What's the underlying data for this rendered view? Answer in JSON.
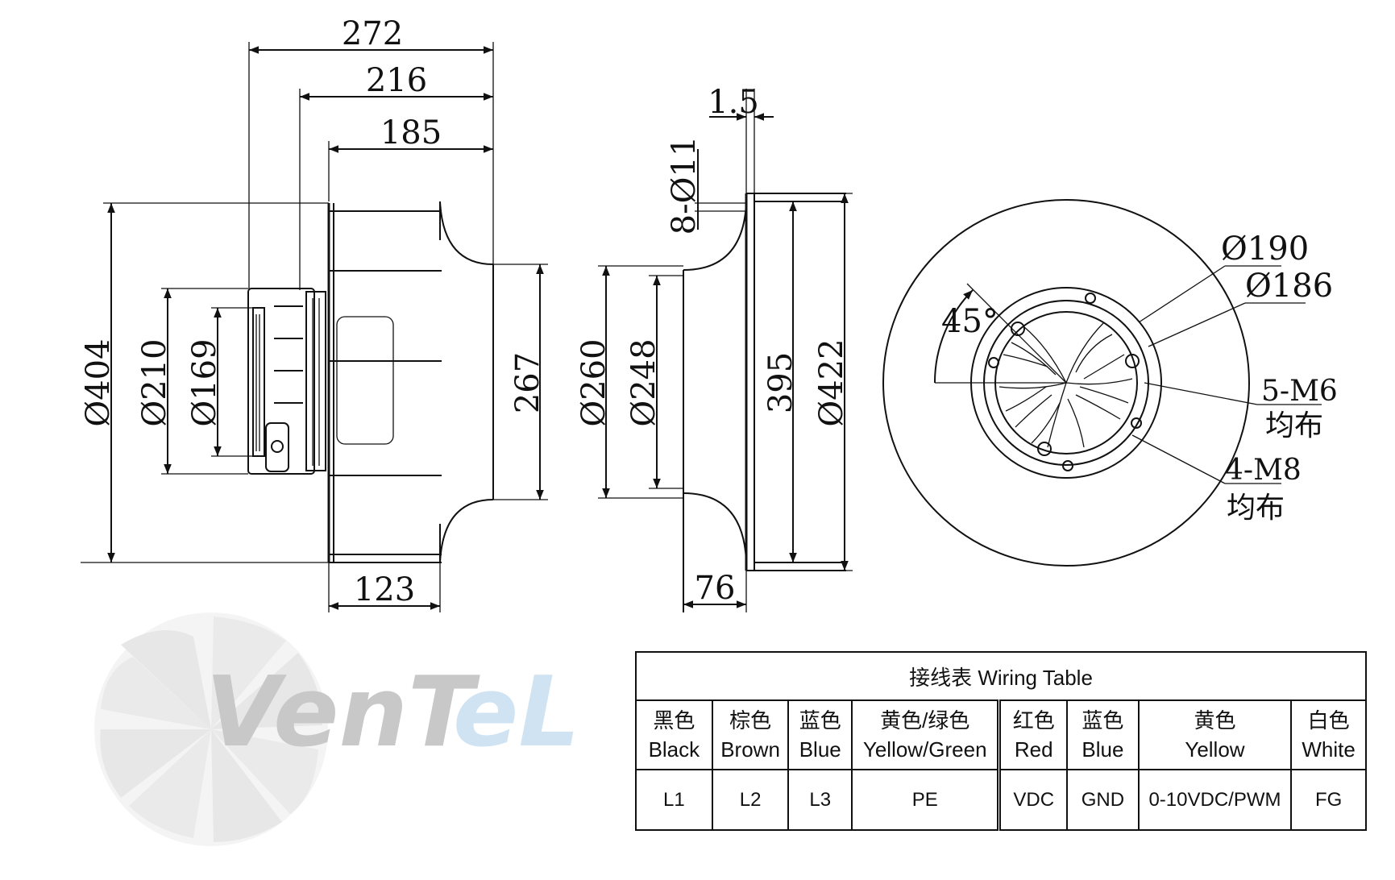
{
  "side_view": {
    "dims": {
      "w272": "272",
      "w216": "216",
      "w185": "185",
      "w123": "123",
      "d404": "Ø404",
      "d210": "Ø210",
      "d169": "Ø169",
      "h267": "267"
    }
  },
  "inlet_ring_view": {
    "dims": {
      "t15": "1.5",
      "holes": "8-Ø11",
      "d260": "Ø260",
      "d248": "Ø248",
      "h395": "395",
      "d422": "Ø422",
      "w76": "76"
    }
  },
  "front_view": {
    "dims": {
      "d190": "Ø190",
      "d186": "Ø186",
      "angle": "45°",
      "m6": "5-M6",
      "m6_note": "均布",
      "m8": "4-M8",
      "m8_note": "均布"
    }
  },
  "watermark": {
    "text_gray": "VenT",
    "text_blue": "eL",
    "gray": "#c8c8c8",
    "blue": "#cfe3f3"
  },
  "wiring_table": {
    "title": "接线表  Wiring Table",
    "columns": [
      {
        "cn": "黑色",
        "en": "Black",
        "value": "L1"
      },
      {
        "cn": "棕色",
        "en": "Brown",
        "value": "L2"
      },
      {
        "cn": "蓝色",
        "en": "Blue",
        "value": "L3"
      },
      {
        "cn": "黄色/绿色",
        "en": "Yellow/Green",
        "value": "PE"
      },
      {
        "cn": "红色",
        "en": "Red",
        "value": "VDC"
      },
      {
        "cn": "蓝色",
        "en": "Blue",
        "value": "GND"
      },
      {
        "cn": "黄色",
        "en": "Yellow",
        "value": "0-10VDC/PWM"
      },
      {
        "cn": "白色",
        "en": "White",
        "value": "FG"
      }
    ]
  }
}
